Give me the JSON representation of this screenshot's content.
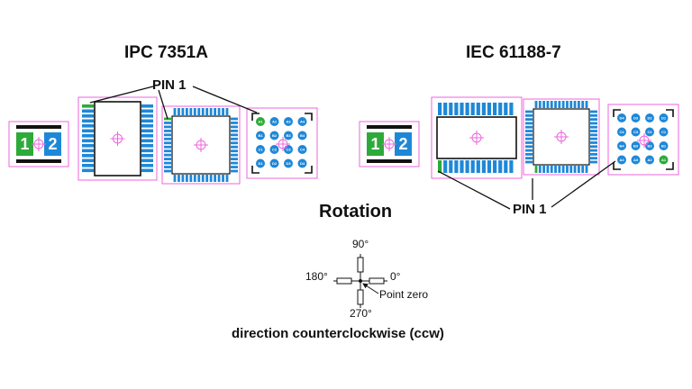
{
  "headings": {
    "left": "IPC 7351A",
    "right": "IEC 61188-7"
  },
  "pin_labels": {
    "left": "PIN 1",
    "right": "PIN 1"
  },
  "chip": {
    "pin_a": "1",
    "pin_b": "2"
  },
  "bga": {
    "left_rows": [
      [
        "A1",
        "A2",
        "A3",
        "A4"
      ],
      [
        "B1",
        "B2",
        "B3",
        "B4"
      ],
      [
        "C1",
        "C2",
        "C3",
        "C4"
      ],
      [
        "D1",
        "D2",
        "D3",
        "D4"
      ]
    ],
    "right_rows": [
      [
        "D4",
        "D3",
        "D2",
        "D1"
      ],
      [
        "C4",
        "C3",
        "C2",
        "C1"
      ],
      [
        "B4",
        "B3",
        "B2",
        "B1"
      ],
      [
        "A4",
        "A3",
        "A2",
        "A1"
      ]
    ]
  },
  "rotation": {
    "title": "Rotation",
    "angle_90": "90°",
    "angle_180": "180°",
    "angle_0": "0°",
    "angle_270": "270°",
    "point_zero": "Point zero",
    "direction": "direction counterclockwise (ccw)"
  },
  "colors": {
    "outline": "#ee66dd",
    "pad_blue": "#1e88d8",
    "pad_green": "#2eaa3a",
    "body": "#111111"
  }
}
